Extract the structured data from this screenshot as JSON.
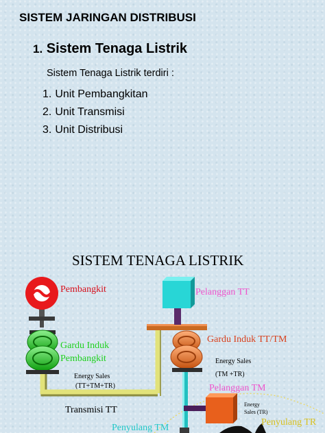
{
  "page": {
    "title": "SISTEM JARINGAN DISTRIBUSI",
    "section": {
      "number": "1.",
      "title": "Sistem Tenaga Listrik"
    },
    "intro": "Sistem Tenaga Listrik terdiri :",
    "list": [
      {
        "number": "1.",
        "label": "Unit Pembangkitan"
      },
      {
        "number": "2.",
        "label": "Unit Transmisi"
      },
      {
        "number": "3.",
        "label": "Unit Distribusi"
      }
    ]
  },
  "diagram": {
    "title": "SISTEM TENAGA LISTRIK",
    "labels": {
      "pembangkit": "Pembangkit",
      "gardu_induk_pembangkit_1": "Gardu Induk",
      "gardu_induk_pembangkit_2": "Pembangkit",
      "energy_sales_1_line1": "Energy Sales",
      "energy_sales_1_line2": "(TT+TM+TR)",
      "transmisi": "Transmisi TT",
      "pelanggan_tt": "Pelanggan TT",
      "gardu_induk_tt_tm": "Gardu Induk TT/TM",
      "energy_sales_2_line1": "Energy Sales",
      "energy_sales_2_line2": "(TM +TR)",
      "pelanggan_tm": "Pelanggan TM",
      "energy_sales_3_line1": "Energy",
      "energy_sales_3_line2": "Sales (TR)",
      "penyulang_tm": "Penyulang TM",
      "penyulang_tr": "Penyulang TR"
    },
    "colors": {
      "pembangkit": "#e8191c",
      "gardu_pembangkit": "#1fd11f",
      "gardu_tt_tm": "#ee7a2a",
      "pelanggan_tt_box": "#28d6d6",
      "pelanggan_tm_box": "#e8601c",
      "transmisi_line": "#dede64",
      "magenta_label": "#ee55cc",
      "cyan_label": "#22c8c8",
      "yellow_label": "#d8c020"
    }
  }
}
